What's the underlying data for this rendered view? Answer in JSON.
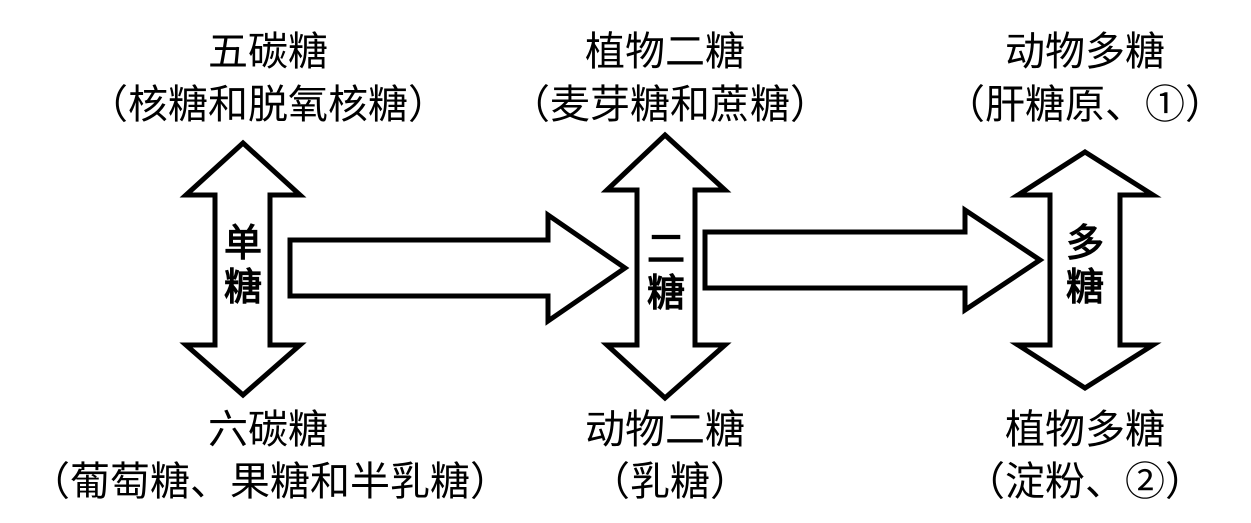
{
  "monosaccharide": {
    "label_1": "单",
    "label_2": "糖",
    "top_title": "五碳糖",
    "top_sub": "（核糖和脱氧核糖）",
    "bottom_title": "六碳糖",
    "bottom_sub": "（葡萄糖、果糖和半乳糖）"
  },
  "disaccharide": {
    "label_1": "二",
    "label_2": "糖",
    "top_title": "植物二糖",
    "top_sub": "（麦芽糖和蔗糖）",
    "bottom_title": "动物二糖",
    "bottom_sub": "（乳糖）"
  },
  "polysaccharide": {
    "label_1": "多",
    "label_2": "糖",
    "top_title": "动物多糖",
    "top_sub": "（肝糖原、①）",
    "bottom_title": "植物多糖",
    "bottom_sub": "（淀粉、②）"
  }
}
